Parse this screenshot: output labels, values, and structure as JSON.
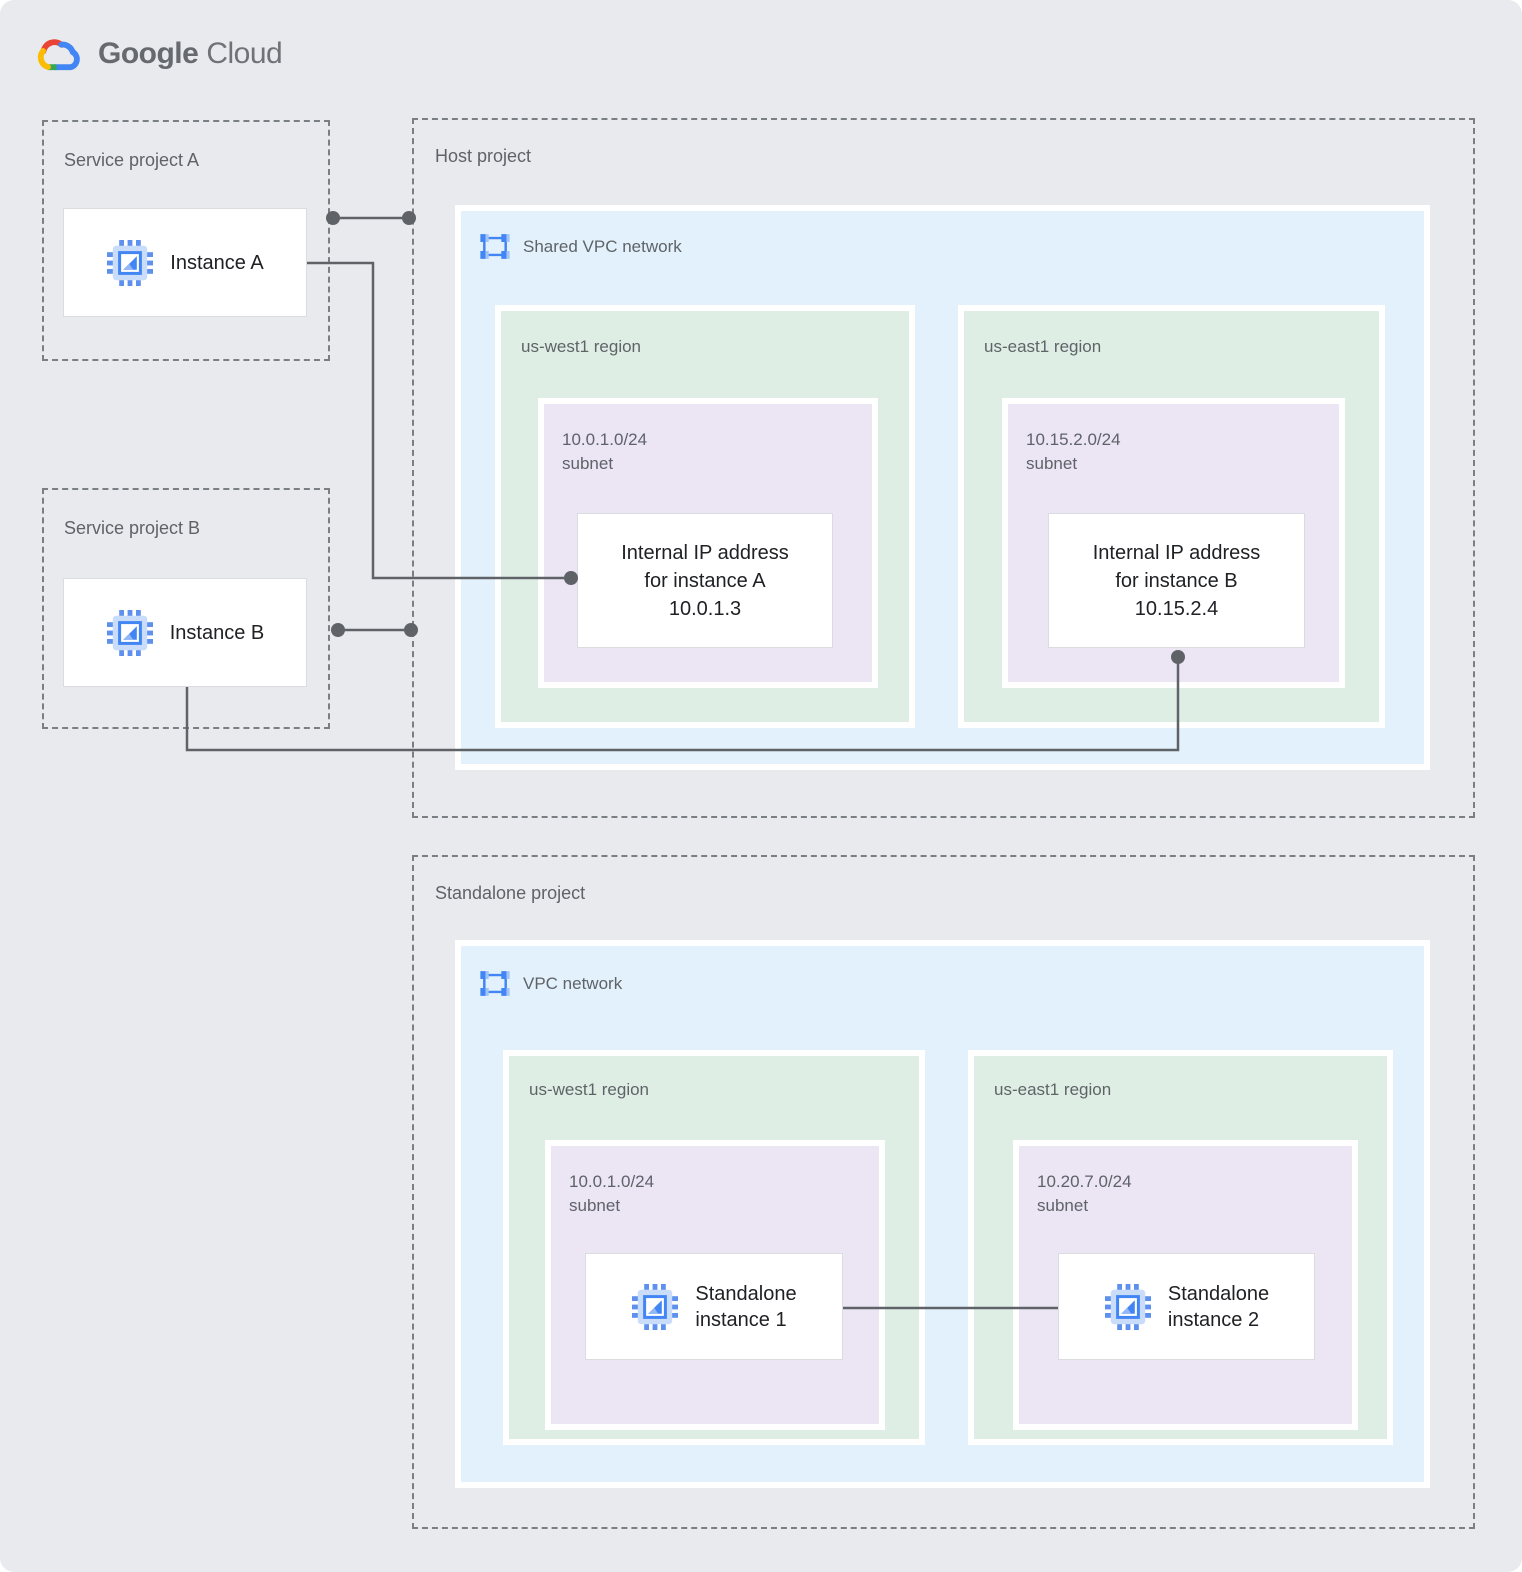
{
  "logo": {
    "brand": "Google",
    "product": "Cloud"
  },
  "colors": {
    "background": "#e8eaed",
    "network_blue": "#e2f1fb",
    "region_green": "#dfeee5",
    "subnet_purple": "#ebe5f4",
    "connector_gray": "#5f6368",
    "label_gray": "#5f6368",
    "card_text": "#202124",
    "google_blue": "#4285f4",
    "google_red": "#ea4335",
    "google_yellow": "#fbbc05",
    "google_green": "#34a853"
  },
  "icons": {
    "logo": "google-cloud-logo",
    "instance": "compute-engine-chip-icon",
    "network": "vpc-network-icon"
  },
  "service_project_a": {
    "title": "Service project A",
    "instance_label": "Instance A"
  },
  "service_project_b": {
    "title": "Service project B",
    "instance_label": "Instance B"
  },
  "host_project": {
    "title": "Host project",
    "network_label": "Shared VPC network",
    "regions": [
      {
        "name": "us-west1 region",
        "subnet_cidr": "10.0.1.0/24",
        "subnet_word": "subnet",
        "card_lines": [
          "Internal IP address",
          "for instance A",
          "10.0.1.3"
        ]
      },
      {
        "name": "us-east1 region",
        "subnet_cidr": "10.15.2.0/24",
        "subnet_word": "subnet",
        "card_lines": [
          "Internal IP address",
          "for instance B",
          "10.15.2.4"
        ]
      }
    ]
  },
  "standalone_project": {
    "title": "Standalone project",
    "network_label": "VPC network",
    "regions": [
      {
        "name": "us-west1 region",
        "subnet_cidr": "10.0.1.0/24",
        "subnet_word": "subnet",
        "instance_lines": [
          "Standalone",
          "instance 1"
        ]
      },
      {
        "name": "us-east1 region",
        "subnet_cidr": "10.20.7.0/24",
        "subnet_word": "subnet",
        "instance_lines": [
          "Standalone",
          "instance 2"
        ]
      }
    ]
  }
}
